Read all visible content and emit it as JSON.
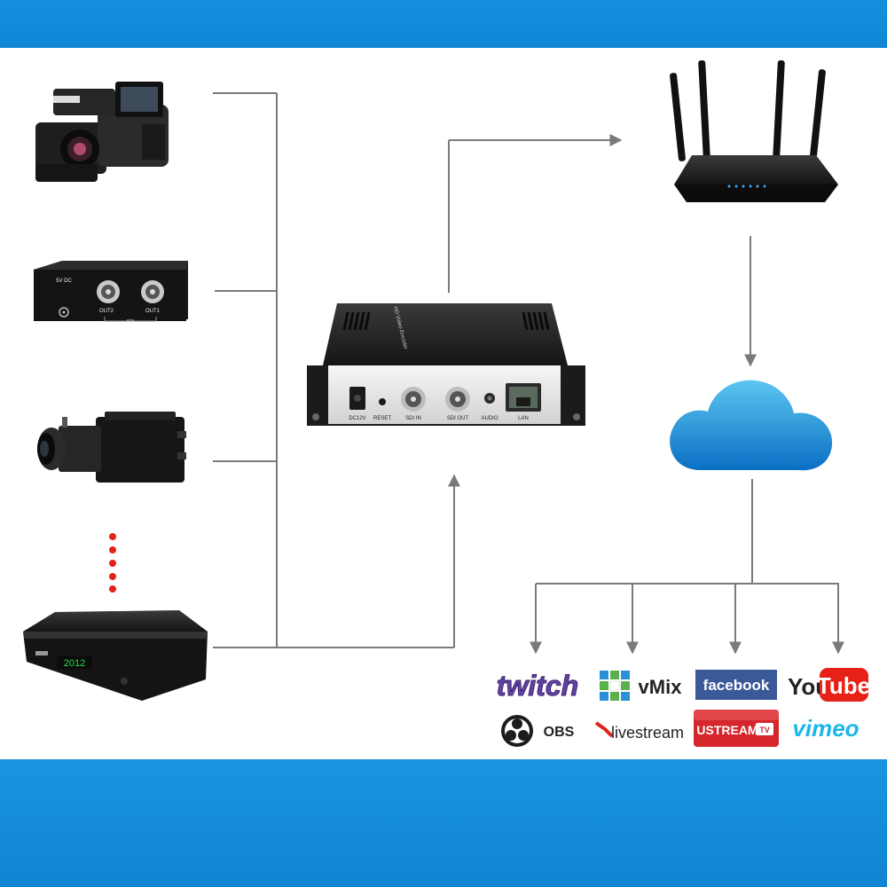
{
  "colors": {
    "band": "#1590de",
    "connector": "#7a7a7a",
    "arrow": "#7a7a7a",
    "dots": "#e2231a",
    "cloud_top": "#5cc6f0",
    "cloud_bottom": "#0a6fc4",
    "twitch": "#6441a5",
    "facebook": "#3b5998",
    "youtube_red": "#e62117",
    "ustream": "#d4262c",
    "vimeo": "#1ab7ea",
    "livestream_red": "#e2231a"
  },
  "encoder": {
    "top_label": "HD Video Encoder",
    "ports": {
      "dc": "DC12V",
      "reset": "RESET",
      "sdi_in": "SDI IN",
      "sdi_out": "SDI OUT",
      "audio": "AUDIO",
      "lan": "LAN"
    }
  },
  "sdi_box": {
    "power_label": "5V DC",
    "out2": "OUT2",
    "out1": "OUT1",
    "group_label": "SDI"
  },
  "platforms": {
    "twitch": "twitch",
    "vmix": "vMix",
    "facebook": "facebook",
    "youtube_you": "You",
    "youtube_tube": "Tube",
    "obs": "OBS",
    "livestream": "livestream",
    "ustream": "USTREAM",
    "ustream_tv": "TV",
    "vimeo": "vimeo"
  },
  "stb_display": "2012"
}
